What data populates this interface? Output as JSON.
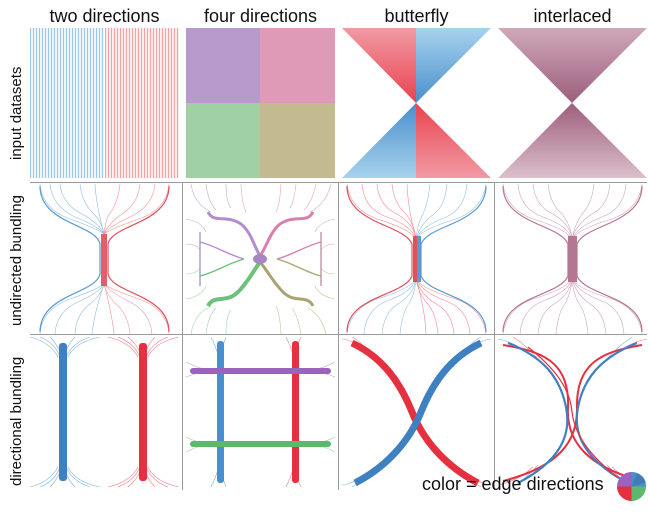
{
  "columns": {
    "c0": "two directions",
    "c1": "four directions",
    "c2": "butterfly",
    "c3": "interlaced"
  },
  "rows": {
    "r0": "input datasets",
    "r1": "undirected bundling",
    "r2": "directional bundling"
  },
  "legend": {
    "caption": "color = edge directions",
    "wheel_icon": "color-wheel-icon"
  },
  "colors": {
    "blue": "#4a8fcb",
    "red": "#e8414e",
    "purple": "#a77fc2",
    "pink": "#d979a9",
    "green": "#6ec07c",
    "olive": "#aba472",
    "mauve": "#b07a93",
    "undirected_red": "#e05865",
    "undirected_mauve": "#b57691"
  }
}
